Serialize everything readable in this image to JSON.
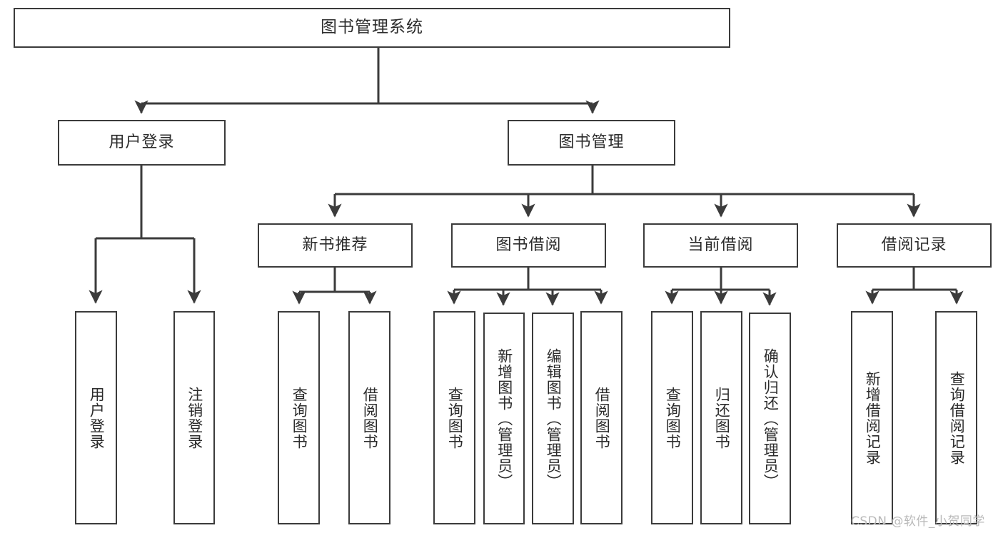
{
  "diagram": {
    "title": "图书管理系统",
    "type": "tree-hierarchy-chart",
    "root": {
      "label": "图书管理系统",
      "orientation": "horizontal"
    },
    "level2": [
      {
        "label": "用户登录",
        "orientation": "horizontal"
      },
      {
        "label": "图书管理",
        "orientation": "horizontal"
      }
    ],
    "level3": [
      {
        "label": "新书推荐",
        "orientation": "horizontal"
      },
      {
        "label": "图书借阅",
        "orientation": "horizontal"
      },
      {
        "label": "当前借阅",
        "orientation": "horizontal"
      },
      {
        "label": "借阅记录",
        "orientation": "horizontal"
      }
    ],
    "leaves_user_login": [
      {
        "label": "用户登录",
        "orientation": "vertical"
      },
      {
        "label": "注销登录",
        "orientation": "vertical"
      }
    ],
    "leaves_new_book": [
      {
        "label": "查询图书",
        "orientation": "vertical"
      },
      {
        "label": "借阅图书",
        "orientation": "vertical"
      }
    ],
    "leaves_borrow": [
      {
        "label": "查询图书",
        "orientation": "vertical"
      },
      {
        "label": "新增图书（管理员）",
        "orientation": "vertical"
      },
      {
        "label": "编辑图书（管理员）",
        "orientation": "vertical"
      },
      {
        "label": "借阅图书",
        "orientation": "vertical"
      }
    ],
    "leaves_current": [
      {
        "label": "查询图书",
        "orientation": "vertical"
      },
      {
        "label": "归还图书",
        "orientation": "vertical"
      },
      {
        "label": "确认归还（管理员）",
        "orientation": "vertical"
      }
    ],
    "leaves_record": [
      {
        "label": "新增借阅记录",
        "orientation": "vertical"
      },
      {
        "label": "查询借阅记录",
        "orientation": "vertical"
      }
    ]
  },
  "watermark": {
    "text": "CSDN @软件_小贺同学"
  },
  "colors": {
    "border": "#3b3b3b",
    "text": "#2b2b2b",
    "background": "#ffffff",
    "watermark": "#b9b9b9"
  }
}
